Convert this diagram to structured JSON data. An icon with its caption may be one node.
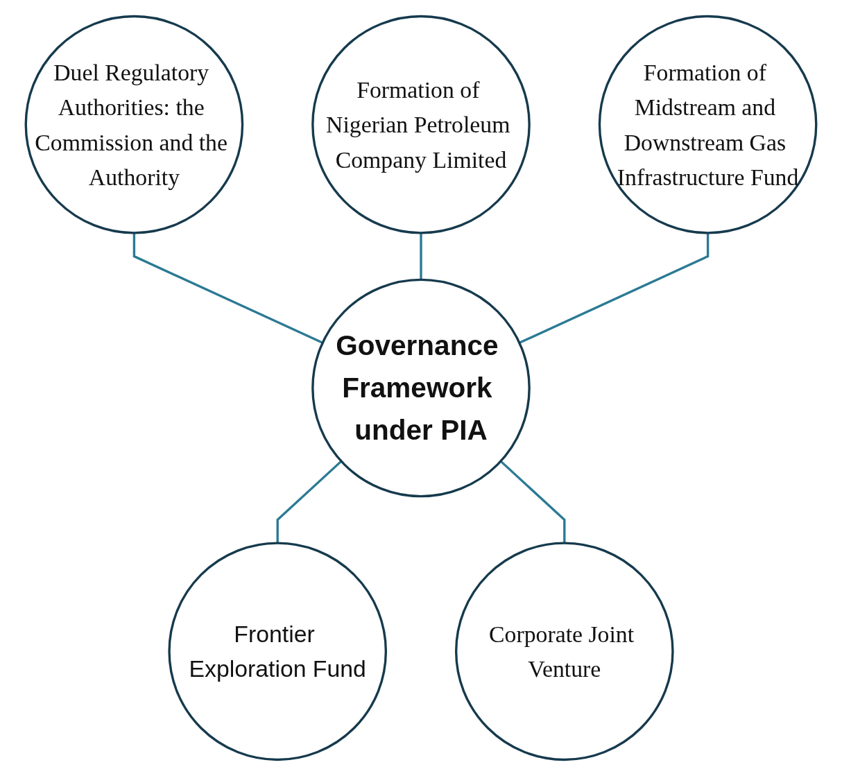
{
  "diagram": {
    "nodes": [
      {
        "text": [
          "Duel Regulatory Authorities: the Commission and the Authority"
        ]
      },
      {
        "text": [
          "Formation of Nigerian Petroleum Company Limited"
        ]
      },
      {
        "text": [
          "Governance Framework under PIA"
        ]
      },
      {
        "text": [
          "Formation of Midstream and Downstream Gas Infrastructure Fund"
        ]
      },
      {
        "text": [
          "Frontier Exploration Fund"
        ]
      },
      {
        "text": [
          "Corporate Joint Venture"
        ]
      }
    ],
    "edges": [
      {
        "from": 0,
        "to": 2,
        "arrow": "none"
      },
      {
        "from": 1,
        "to": 2,
        "arrow": "none"
      },
      {
        "from": 3,
        "to": 2,
        "arrow": "none"
      },
      {
        "from": 2,
        "to": 4,
        "arrow": "none"
      },
      {
        "from": 2,
        "to": 5,
        "arrow": "none"
      }
    ]
  }
}
